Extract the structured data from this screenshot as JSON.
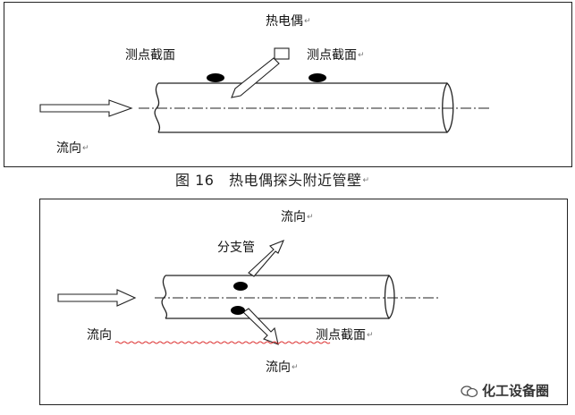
{
  "figure16": {
    "labels": {
      "thermocouple": "热电偶",
      "section_left": "测点截面",
      "section_right": "测点截面",
      "flow": "流向"
    },
    "caption": "图 16　热电偶探头附近管壁"
  },
  "figure_bottom": {
    "labels": {
      "flow_top": "流向",
      "branch_pipe": "分支管",
      "flow_left": "流向",
      "section": "测点截面",
      "flow_bottom": "流向"
    }
  },
  "paragraph_mark": "↵",
  "watermark": "化工设备圈"
}
